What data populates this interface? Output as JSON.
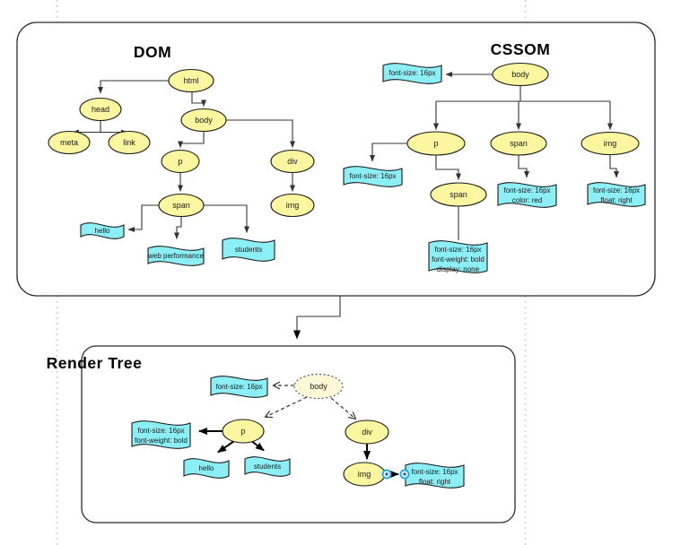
{
  "canvas": {
    "background": "#ffffff",
    "guide_color": "#d9d9d9"
  },
  "colors": {
    "node_fill": "#FCF6A0",
    "node_stroke": "#1a1a1a",
    "flag_fill": "#8CEFF5",
    "render_body_fill": "#FDF9D8",
    "edge_color": "#333333",
    "bold_edge_color": "#000000",
    "handle_blue": "#29A8E0"
  },
  "dom": {
    "title": "DOM",
    "nodes": {
      "html": "html",
      "head": "head",
      "meta": "meta",
      "link": "link",
      "body": "body",
      "p": "p",
      "div": "div",
      "span": "span",
      "img": "img"
    },
    "text_nodes": {
      "hello": "hello",
      "web_performance": "web performance",
      "students": "students"
    }
  },
  "cssom": {
    "title": "CSSOM",
    "nodes": {
      "body": "body",
      "p": "p",
      "span": "span",
      "img": "img",
      "span_nested": "span"
    },
    "rules": {
      "body": "font-size: 16px",
      "p": "font-size: 16px",
      "span_line1": "font-size: 16px",
      "span_line2": "color: red",
      "img_line1": "font-size: 16px",
      "img_line2": "float: right",
      "span_nested_line1": "font-size: 16px",
      "span_nested_line2": "font-weight: bold",
      "span_nested_line3": "display: none"
    }
  },
  "render_tree": {
    "title": "Render Tree",
    "nodes": {
      "body": "body",
      "p": "p",
      "div": "div",
      "img": "img"
    },
    "rules": {
      "body": "font-size: 16px",
      "p_line1": "font-size: 16px",
      "p_line2": "font-weight: bold",
      "img_line1": "font-size: 16px",
      "img_line2": "float: right"
    },
    "text_nodes": {
      "hello": "hello",
      "students": "students"
    }
  }
}
